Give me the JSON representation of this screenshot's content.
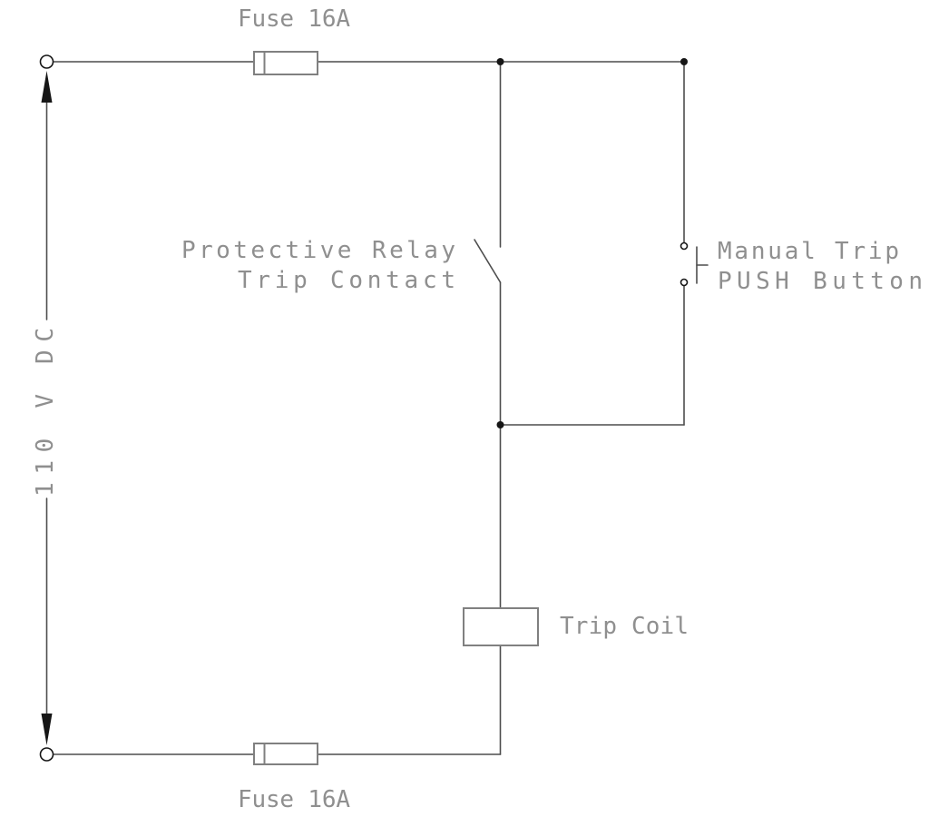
{
  "diagram": {
    "power_source": {
      "label": "110 V DC"
    },
    "components": {
      "fuse_top": {
        "label": "Fuse 16A"
      },
      "fuse_bottom": {
        "label": "Fuse 16A"
      },
      "relay_contact": {
        "label_line1": "Protective Relay",
        "label_line2": "Trip Contact"
      },
      "push_button": {
        "label_line1": "Manual Trip",
        "label_line2": "PUSH Button"
      },
      "trip_coil": {
        "label": "Trip Coil"
      }
    },
    "colors": {
      "wire": "#4d4d4d",
      "component_outline": "#808080",
      "label_text": "#8f8f8f",
      "node": "#161616",
      "background": "#ffffff"
    }
  }
}
